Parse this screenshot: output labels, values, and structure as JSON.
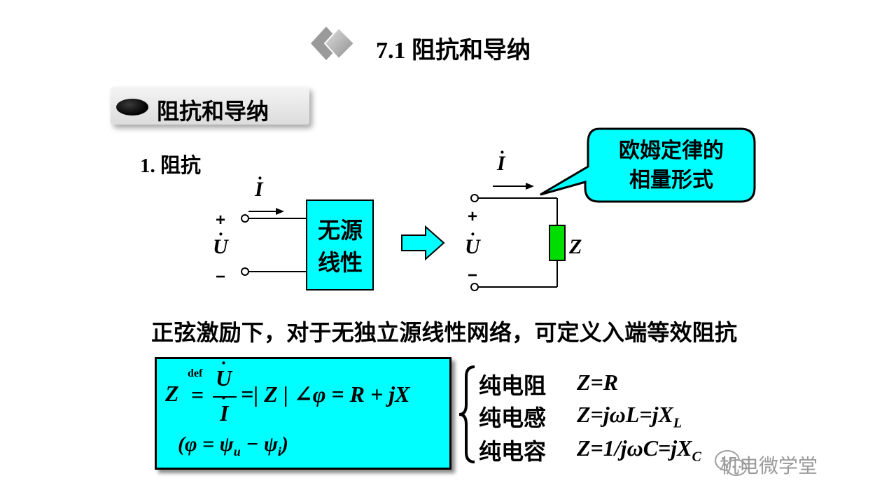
{
  "header": {
    "title": "7.1 阻抗和导纳"
  },
  "section": {
    "banner_label": "阻抗和导纳"
  },
  "subheading": "1. 阻抗",
  "callout": {
    "line1": "欧姆定律的",
    "line2": "相量形式"
  },
  "left_circuit": {
    "current_symbol": "I",
    "plus": "+",
    "minus": "−",
    "voltage_symbol": "U",
    "box_line1": "无源",
    "box_line2": "线性"
  },
  "right_circuit": {
    "current_symbol": "I",
    "plus": "+",
    "minus": "−",
    "voltage_symbol": "U",
    "impedance_symbol": "Z"
  },
  "sentence": "正弦激励下，对于无独立源线性网络，可定义入端等效阻抗",
  "formula": {
    "lhs": "Z",
    "def": "def",
    "numerator": "U",
    "denominator": "I",
    "rhs": "=| Z | ∠φ = R + jX",
    "phase": "(φ = ψ",
    "psi_u_sub": "u",
    "minus_psi": " − ψ",
    "psi_i_sub": "i",
    "close": ")"
  },
  "cases": [
    {
      "label": "纯电阻",
      "formula": "Z=R"
    },
    {
      "label": "纯电感",
      "formula": "Z=jωL=jX",
      "sub": "L"
    },
    {
      "label": "纯电容",
      "formula": "Z=1/jωC=jX",
      "sub": "C"
    }
  ],
  "watermark": {
    "text": "机电微学堂"
  },
  "colors": {
    "cyan": "#00ffff",
    "green": "#00dd00",
    "banner": "#e6e6e6"
  }
}
